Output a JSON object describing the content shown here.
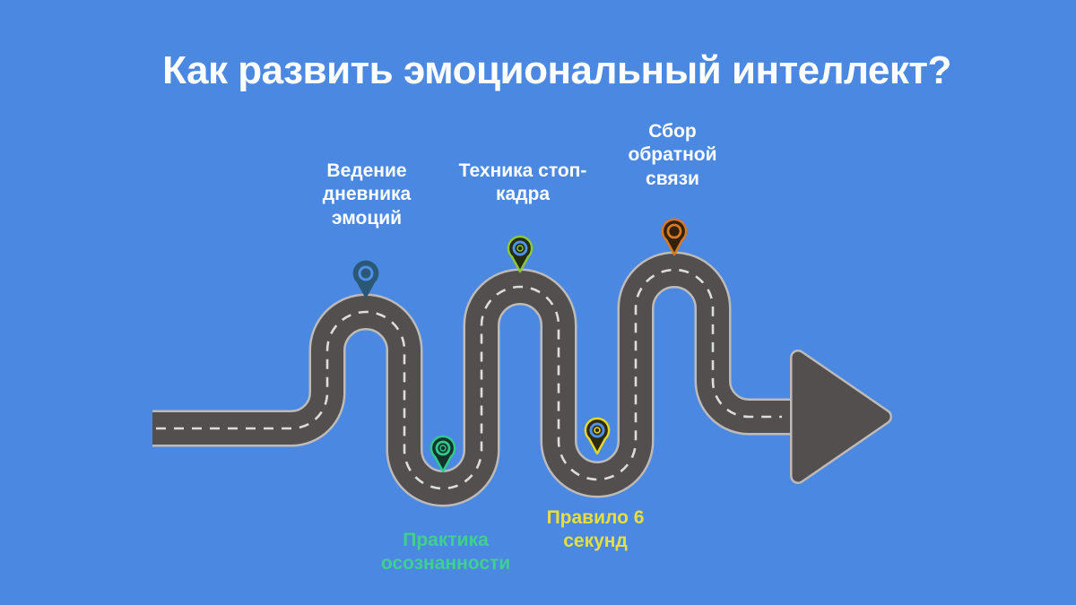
{
  "title": "Как развить эмоциональный интеллект?",
  "roadmap": {
    "description": "winding-road-with-arrow",
    "steps": [
      {
        "label": "Ведение\nдневника\nэмоций",
        "pin": "dark-blue-pin",
        "pin_color": "#2c5878",
        "label_color": "#ffffff",
        "position": "above-road-peak-1"
      },
      {
        "label": "Практика\nосознанности",
        "pin": "teal-green-pin",
        "pin_color": "#2fc98f",
        "label_color": "#3fd08f",
        "position": "below-road-valley-1"
      },
      {
        "label": "Техника стоп-\nкадра",
        "pin": "lime-green-pin",
        "pin_color": "#8cc63c",
        "label_color": "#ffffff",
        "position": "above-road-peak-2"
      },
      {
        "label": "Правило 6\nсекунд",
        "pin": "yellow-pin",
        "pin_color": "#e3d62b",
        "label_color": "#e8de3c",
        "position": "below-road-valley-2"
      },
      {
        "label": "Сбор\nобратной\nсвязи",
        "pin": "orange-pin",
        "pin_color": "#d9791f",
        "label_color": "#ffffff",
        "position": "above-road-peak-3"
      }
    ]
  },
  "colors": {
    "background": "#4a88e2",
    "road_surface": "#524f4e",
    "road_border": "#bdbab8",
    "road_dashes": "#dcdcdc",
    "title_text": "#ffffff",
    "pin_ring_blue": "#4f90ea"
  }
}
